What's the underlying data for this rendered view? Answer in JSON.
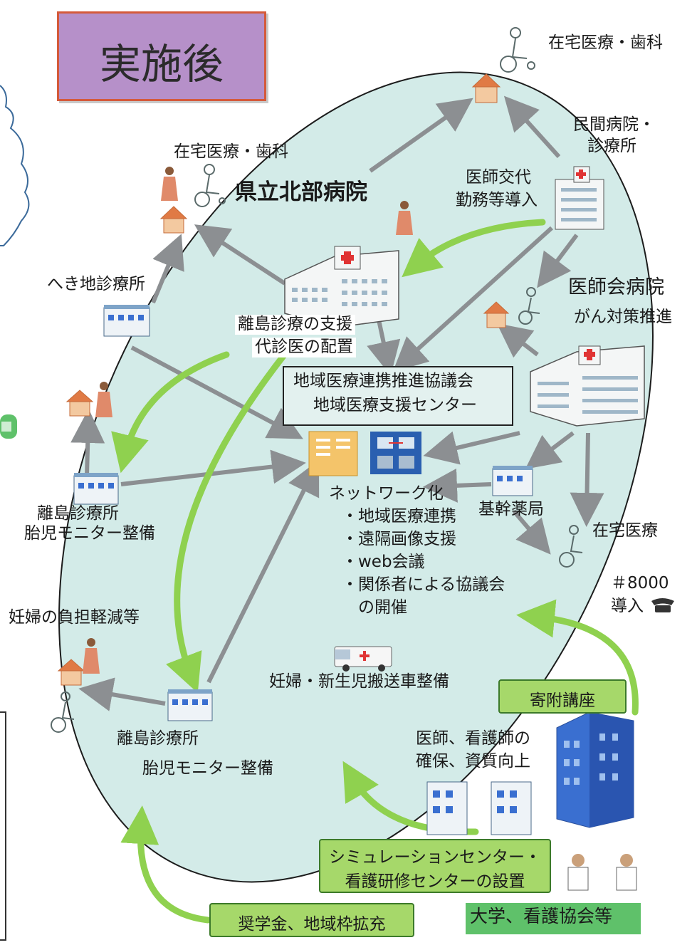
{
  "title": "実施後",
  "hospital_main": "県立北部病院",
  "labels": {
    "home_care_dental_top": "在宅医療・歯科",
    "home_care_dental_left": "在宅医療・歯科",
    "private_hospital_1": "民間病院・",
    "private_hospital_2": "診療所",
    "doctor_exchange_1": "医師交代",
    "doctor_exchange_2": "勤務等導入",
    "doctor_assoc_hospital": "医師会病院",
    "cancer_measures": "がん対策推進",
    "remote_clinic": "へき地診療所",
    "island_support_1": "離島診療の支援",
    "island_support_2": "代診医の配置",
    "council_1": "地域医療連携推進協議会",
    "council_2": "地域医療支援センター",
    "island_clinic_a_1": "離島診療所",
    "island_clinic_a_2": "胎児モニター整備",
    "network_title": "ネットワーク化",
    "network_items": [
      "・地域医療連携",
      "・遠隔画像支援",
      "・web会議",
      "・関係者による協議会",
      "　の開催"
    ],
    "core_pharmacy": "基幹薬局",
    "home_care_right": "在宅医療",
    "phone_8000_1": "＃8000",
    "phone_8000_2": "導入",
    "pregnant_burden": "妊婦の負担軽減等",
    "ambulance": "妊婦・新生児搬送車整備",
    "island_clinic_b_1": "離島診療所",
    "island_clinic_b_2": "胎児モニター整備",
    "endowed_chair": "寄附講座",
    "staff_1": "医師、看護師の",
    "staff_2": "確保、資質向上",
    "simulation_1": "シミュレーションセンター・",
    "simulation_2": "看護研修センターの設置",
    "scholarship": "奨学金、地域枠拡充",
    "university": "大学、看護協会等"
  },
  "icons": [
    "house-icon",
    "wheelchair-person-icon",
    "nurse-person-icon",
    "hospital-building-icon",
    "clinic-building-icon",
    "computer-network-icon",
    "telephone-icon",
    "ambulance-icon",
    "office-tower-icon",
    "doctor-person-icon"
  ],
  "colors": {
    "ellipse_fill": "#d3ebe8",
    "gray_arrow": "#8c8f92",
    "green_arrow": "#8fd14f",
    "title_bg": "#b690c9",
    "title_border": "#d45a3b",
    "green_box": "#a6d86a",
    "university_bg": "#5fc16a",
    "tower_blue": "#3a6fd0"
  }
}
